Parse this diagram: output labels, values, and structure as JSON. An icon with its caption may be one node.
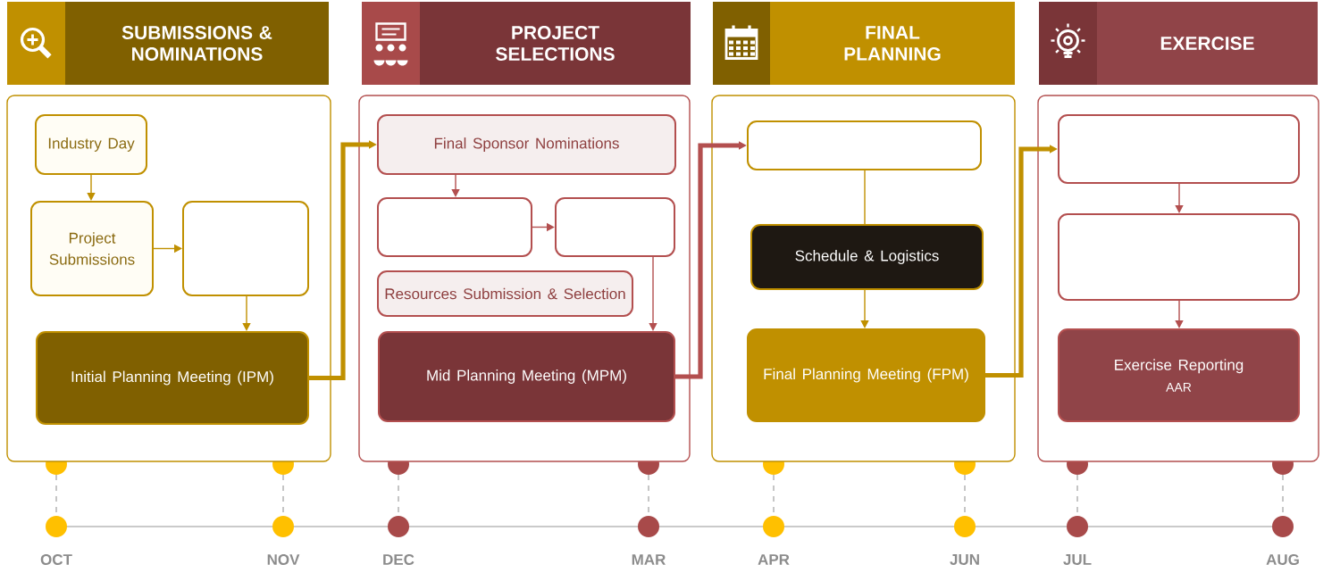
{
  "diagram": {
    "nodes": [
      {
        "text": [
          "SUBMISSIONS & NOMINATIONS"
        ]
      },
      {
        "text": [
          "PROJECT SELECTIONS"
        ]
      },
      {
        "text": [
          "FINAL PLANNING"
        ]
      },
      {
        "text": [
          "EXERCISE"
        ]
      },
      {
        "text": [],
        "shape": "box"
      },
      {
        "text": [
          "Industry Day"
        ],
        "in": 4
      },
      {
        "text": [
          "Project Submissions"
        ],
        "in": 4
      },
      {
        "text": [],
        "shape": "box",
        "in": 4
      },
      {
        "text": [
          "Initial Planning Meeting (IPM)"
        ],
        "in": 4
      },
      {
        "text": [],
        "shape": "box"
      },
      {
        "text": [
          "Final Sponsor Nominations"
        ],
        "in": 9
      },
      {
        "text": [],
        "shape": "box",
        "in": 9
      },
      {
        "text": [],
        "shape": "box",
        "in": 9
      },
      {
        "text": [
          "Resources Submission & Selection"
        ],
        "in": 9
      },
      {
        "text": [
          "Mid Planning Meeting (MPM)"
        ],
        "in": 9
      },
      {
        "text": [],
        "shape": "box"
      },
      {
        "text": [],
        "shape": "box",
        "in": 15
      },
      {
        "text": [
          "Schedule & Logistics"
        ],
        "in": 15
      },
      {
        "text": [
          "Final Planning Meeting (FPM)"
        ],
        "in": 15
      },
      {
        "text": [],
        "shape": "box"
      },
      {
        "text": [],
        "shape": "box",
        "in": 19
      },
      {
        "text": [],
        "shape": "box",
        "in": 19
      },
      {
        "text": [
          "Exercise Reporting",
          "AAR"
        ],
        "in": 19
      }
    ],
    "edges": [
      {
        "from": 5,
        "to": 6,
        "arrow": "to"
      },
      {
        "from": 6,
        "to": 7,
        "arrow": "to"
      },
      {
        "from": 7,
        "to": 8,
        "arrow": "to"
      },
      {
        "from": 8,
        "to": 10,
        "arrow": "to",
        "style": "thick"
      },
      {
        "from": 10,
        "to": 11,
        "arrow": "to",
        "color": "#b34f4f"
      },
      {
        "from": 11,
        "to": 12,
        "arrow": "to",
        "color": "#b34f4f"
      },
      {
        "from": 12,
        "to": 14,
        "arrow": "to",
        "color": "#b34f4f"
      },
      {
        "from": 14,
        "to": 16,
        "arrow": "to",
        "style": "thick",
        "color": "#b34f4f"
      },
      {
        "from": 16,
        "to": 17,
        "arrow": "none"
      },
      {
        "from": 17,
        "to": 18,
        "arrow": "to"
      },
      {
        "from": 18,
        "to": 20,
        "arrow": "to",
        "style": "thick"
      },
      {
        "from": 20,
        "to": 21,
        "arrow": "to",
        "color": "#b34f4f"
      },
      {
        "from": 21,
        "to": 22,
        "arrow": "to",
        "color": "#b34f4f"
      }
    ],
    "labels": [
      "OCT",
      "NOV",
      "DEC",
      "MAR",
      "APR",
      "JUN",
      "JUL",
      "AUG"
    ]
  }
}
